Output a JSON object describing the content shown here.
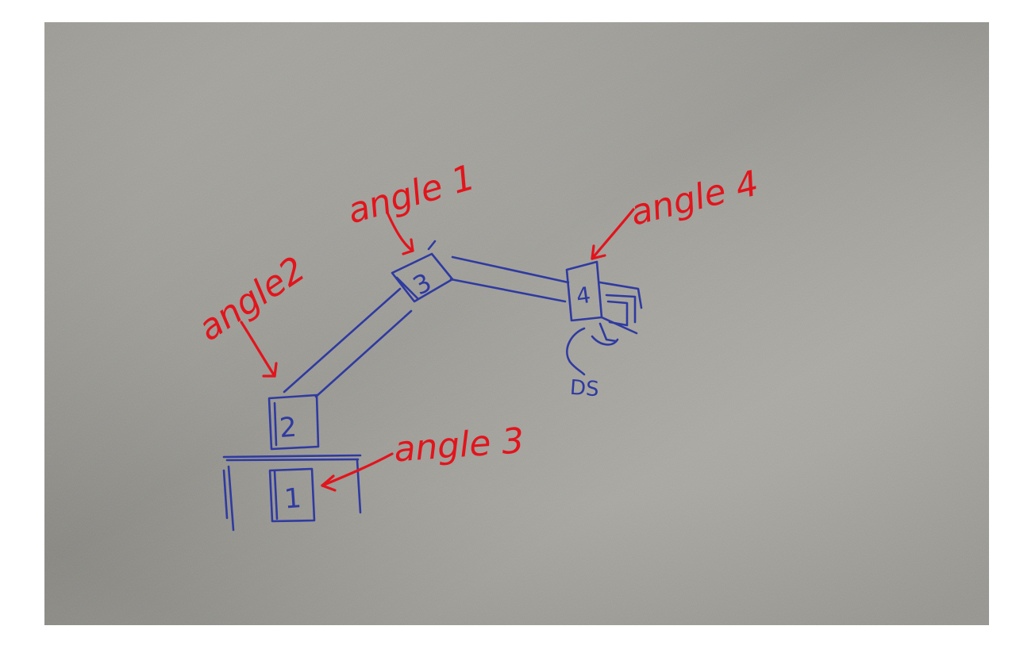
{
  "photo": {
    "paper_color": "#a9a8a2",
    "pen_blue": "#2f3aa0",
    "marker_red": "#e2141c"
  },
  "sketch": {
    "joints": [
      {
        "id": "1",
        "label": "1"
      },
      {
        "id": "2",
        "label": "2"
      },
      {
        "id": "3",
        "label": "3"
      },
      {
        "id": "4",
        "label": "4"
      }
    ],
    "gripper_note": "DS"
  },
  "annotations": [
    {
      "id": "angle-1",
      "text": "angle 1",
      "points_to": "3"
    },
    {
      "id": "angle-2",
      "text": "angle2",
      "points_to": "2"
    },
    {
      "id": "angle-3",
      "text": "angle 3",
      "points_to": "1"
    },
    {
      "id": "angle-4",
      "text": "angle 4",
      "points_to": "4"
    }
  ]
}
